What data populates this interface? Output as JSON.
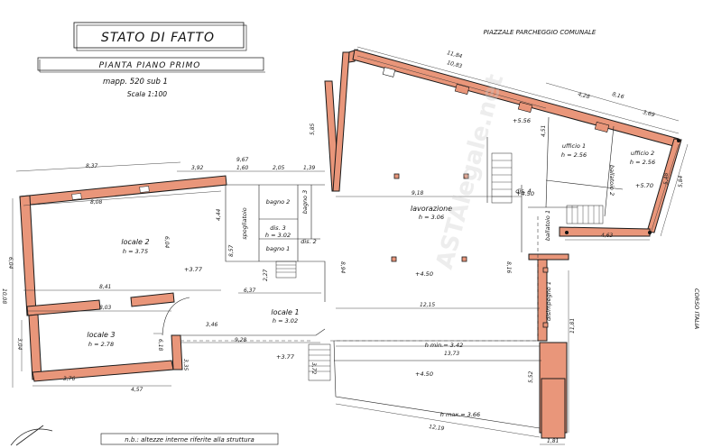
{
  "header": {
    "title": "STATO DI FATTO",
    "subtitle": "PIANTA PIANO PRIMO",
    "mapp": "mapp. 520 sub 1",
    "scale": "Scala 1:100",
    "street_top": "PIAZZALE PARCHEGGIO COMUNALE",
    "street_right": "CORSO ITALIA",
    "note": "n.b.: altezze interne riferite alla struttura"
  },
  "rooms": {
    "locale2": {
      "name": "locale 2",
      "h": "h = 3.75"
    },
    "locale3": {
      "name": "locale 3",
      "h": "h = 2.78"
    },
    "locale1": {
      "name": "locale 1",
      "h": "h = 3.02"
    },
    "spogliatoio": {
      "name": "spogliatoio"
    },
    "bagno2": {
      "name": "bagno 2"
    },
    "bagno3": {
      "name": "bagno 3"
    },
    "dis3": {
      "name": "dis. 3",
      "h": "h = 3.02"
    },
    "dis2": {
      "name": "dis. 2"
    },
    "bagno1": {
      "name": "bagno 1"
    },
    "lavorazione": {
      "name": "lavorazione",
      "h": "h = 3.06"
    },
    "ufficio1": {
      "name": "ufficio 1",
      "h": "h = 2.56"
    },
    "ufficio2": {
      "name": "ufficio 2",
      "h": "h = 2.56"
    },
    "ballatoio2": {
      "name": "ballatoio 2"
    },
    "ballatoio1": {
      "name": "ballatoio 1"
    },
    "dis4": {
      "name": "dis. 4"
    },
    "disimpegno1": {
      "name": "disimpegno 1"
    },
    "hmin": {
      "name": "h min.= 3.42"
    },
    "hmax": {
      "name": "h max.= 3.66"
    }
  },
  "levels": {
    "l1": "+3.77",
    "l2": "+3.77",
    "l3": "+4.50",
    "l4": "+4.50",
    "l5": "+4.50",
    "l6": "+5.56",
    "l7": "+5.70"
  },
  "dimensions": {
    "d_8_37": "8,37",
    "d_3_92": "3,92",
    "d_9_67": "9,67",
    "d_1_60": "1,60",
    "d_2_05": "2,05",
    "d_1_39": "1,39",
    "d_8_08": "8,08",
    "d_6_04a": "6,04",
    "d_6_04b": "6,04",
    "d_10_08": "10,08",
    "d_8_41": "8,41",
    "d_8_03": "8,03",
    "d_3_04": "3,04",
    "d_6_18": "6,18",
    "d_3_35": "3,35",
    "d_3_76": "3,76",
    "d_4_57": "4,57",
    "d_4_44": "4,44",
    "d_8_57": "8,57",
    "d_2_27": "2,27",
    "d_6_37": "6,37",
    "d_3_46": "3,46",
    "d_9_28": "9,28",
    "d_3_72": "3,72",
    "d_5_85": "5,85",
    "d_11_84": "11,84",
    "d_10_83": "10,83",
    "d_9_18": "9,18",
    "d_8_94": "8,94",
    "d_8_16": "8,16",
    "d_12_15": "12,15",
    "d_13_73": "13,73",
    "d_12_19": "12,19",
    "d_5_52": "5,52",
    "d_11_81": "11,81",
    "d_1_81": "1,81",
    "d_4_28": "4,28",
    "d_8_16b": "8,16",
    "d_3_69": "3,69",
    "d_4_51": "4,51",
    "d_5_48": "5,48",
    "d_5_84": "5,84",
    "d_4_63": "4,63"
  },
  "colors": {
    "wall": "#e9967a",
    "line": "#1a1a1a"
  },
  "watermark": "ASTAlegale.net"
}
